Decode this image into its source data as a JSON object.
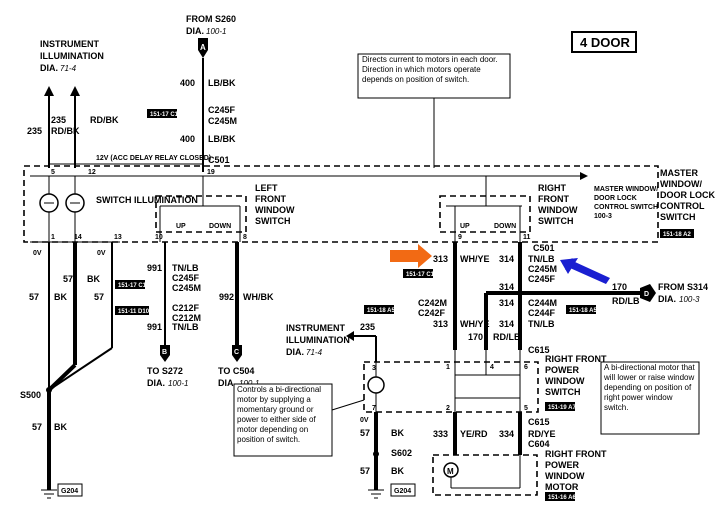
{
  "title": "4 DOOR",
  "sources": {
    "top": {
      "from": "FROM S260",
      "dia": "DIA.",
      "page": "100-1",
      "letter": "A"
    },
    "right": {
      "from": "FROM S314",
      "dia": "DIA.",
      "page": "100-3",
      "letter": "D"
    }
  },
  "instrument_illumination_top": {
    "line1": "INSTRUMENT",
    "line2": "ILLUMINATION",
    "dia": "DIA.",
    "page": "71-4"
  },
  "instrument_illumination_right": {
    "line1": "INSTRUMENT",
    "line2": "ILLUMINATION",
    "dia": "DIA.",
    "page": "71-4"
  },
  "top_wires": {
    "circuit_235": "235",
    "color_235": "RD/BK",
    "circuit_235b": "235",
    "color_rdbk": "RD/BK",
    "circuit_400a": "400",
    "color_400a": "LB/BK",
    "circuit_400b": "400",
    "color_400b": "LB/BK",
    "c245f": "C245F",
    "c245m": "C245M",
    "c501": "C501"
  },
  "notes": {
    "directs": "Directs current to motors in each door. Direction in which motors operate depends on position of switch.",
    "controls": "Controls a bi-directional motor by supplying a momentary ground or power to either side of motor depending on position of switch.",
    "bidirectional": "A bi-directional motor that will lower or raise window depending on position of right power window switch."
  },
  "master_switch": {
    "relay_label": "12V (ACC DELAY RELAY CLOSED)",
    "switch_illumination": "SWITCH ILLUMINATION",
    "lf_switch": "LEFT FRONT WINDOW SWITCH",
    "rf_switch": "RIGHT FRONT WINDOW SWITCH",
    "lock_label": "MASTER WINDOW/ DOOR LOCK CONTROL SWITCH",
    "lock_dia": "100-3",
    "title": "MASTER WINDOW/ DOOR LOCK CONTROL SWITCH",
    "up": "UP",
    "down": "DOWN"
  },
  "left_side": {
    "ov1": "0V",
    "ov2": "0V",
    "c57a": "57",
    "bk_a": "BK",
    "c57b": "57",
    "bk_b": "BK",
    "c57c": "57",
    "bk_c": "BK",
    "c57d": "57",
    "bk_d": "BK",
    "s500": "S500",
    "g204": "G204"
  },
  "center_left": {
    "c991a": "991",
    "tnlb_a": "TN/LB",
    "c245f": "C245F",
    "c245m": "C245M",
    "c212f": "C212F",
    "c212m": "C212M",
    "c991b": "991",
    "tnlb_b": "TN/LB",
    "c992": "992",
    "whbk": "WH/BK",
    "to_s272": "TO S272",
    "dia_s272": "DIA.",
    "page_s272": "100-1",
    "to_c504": "TO C504",
    "dia_c504": "DIA.",
    "page_c504": "100-1",
    "letter_b": "B",
    "letter_c": "C"
  },
  "center_right": {
    "c313a": "313",
    "whye_a": "WH/YE",
    "c314a": "314",
    "tnlb_a": "TN/LB",
    "c501": "C501",
    "c245m": "C245M",
    "c245f": "C245F",
    "c242m": "C242M",
    "c242f": "C242F",
    "c313b": "313",
    "whye_b": "WH/YE",
    "c314b": "314",
    "tnlb_b": "TN/LB",
    "c244m": "C244M",
    "c244f": "C244F",
    "c170a": "170",
    "rdlb_a": "RD/LB",
    "c170b": "170",
    "rdlb_b": "RD/LB",
    "c615a": "C615",
    "c314c": "314"
  },
  "right_power_switch": {
    "c235": "235",
    "label": "RIGHT FRONT POWER WINDOW SWITCH",
    "ov": "0V",
    "c57": "57",
    "bk": "BK",
    "s602": "S602",
    "g204": "G204",
    "c333": "333",
    "yerd": "YE/RD",
    "c334": "334",
    "rdye": "RD/YE",
    "c615b": "C615",
    "c604": "C604"
  },
  "motor": {
    "label": "RIGHT FRONT POWER WINDOW MOTOR",
    "symbol": "M"
  },
  "refs": [
    "151-17 C1",
    "151-17 C1",
    "151-11 D10",
    "151-17 C1",
    "151-18 A5",
    "151-18 A5",
    "151-18 A2",
    "151-19 A7",
    "151-16 A6"
  ],
  "colors": {
    "orange_arrow": "#f26a14",
    "blue_arrow": "#1a1fd1"
  }
}
